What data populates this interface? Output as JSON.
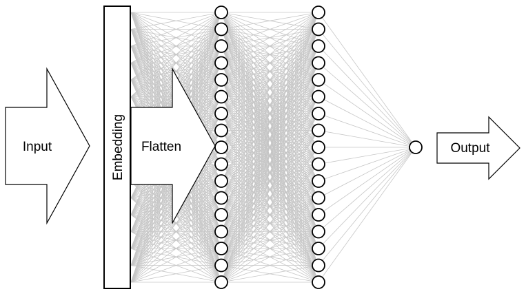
{
  "labels": {
    "input": "Input",
    "embedding": "Embedding",
    "flatten": "Flatten",
    "output": "Output"
  },
  "layers": {
    "hidden_1_nodes": 17,
    "hidden_2_nodes": 17,
    "output_nodes": 1
  },
  "colors": {
    "connection": "#c6c6c6",
    "stroke": "#000000",
    "fill": "#ffffff"
  }
}
